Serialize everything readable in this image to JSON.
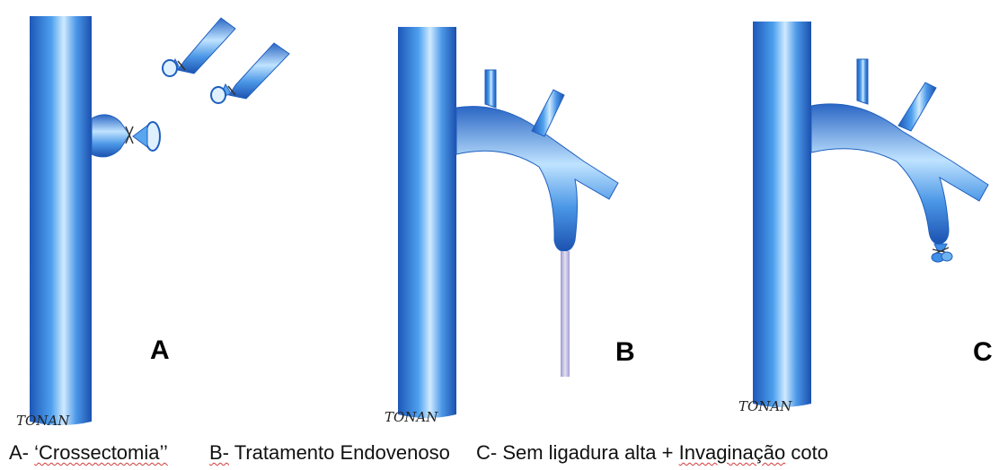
{
  "panels": [
    {
      "letter": "A",
      "signature": "TONAN",
      "caption_prefix": "A- ",
      "caption_underlined": "‘Crossectomia’’",
      "caption_suffix": ""
    },
    {
      "letter": "B",
      "signature": "TONAN",
      "caption_prefix": "",
      "caption_underlined": "B-",
      "caption_suffix": " Tratamento Endovenoso"
    },
    {
      "letter": "C",
      "signature": "TONAN",
      "caption_prefix": "C- Sem ligadura alta + ",
      "caption_underlined": "Invaginação",
      "caption_suffix": " coto"
    }
  ],
  "colors": {
    "vein_dark": "#1f5fbf",
    "vein_mid": "#3f8fe6",
    "vein_light": "#bfe3ff",
    "catheter": "#b9b3dc"
  }
}
